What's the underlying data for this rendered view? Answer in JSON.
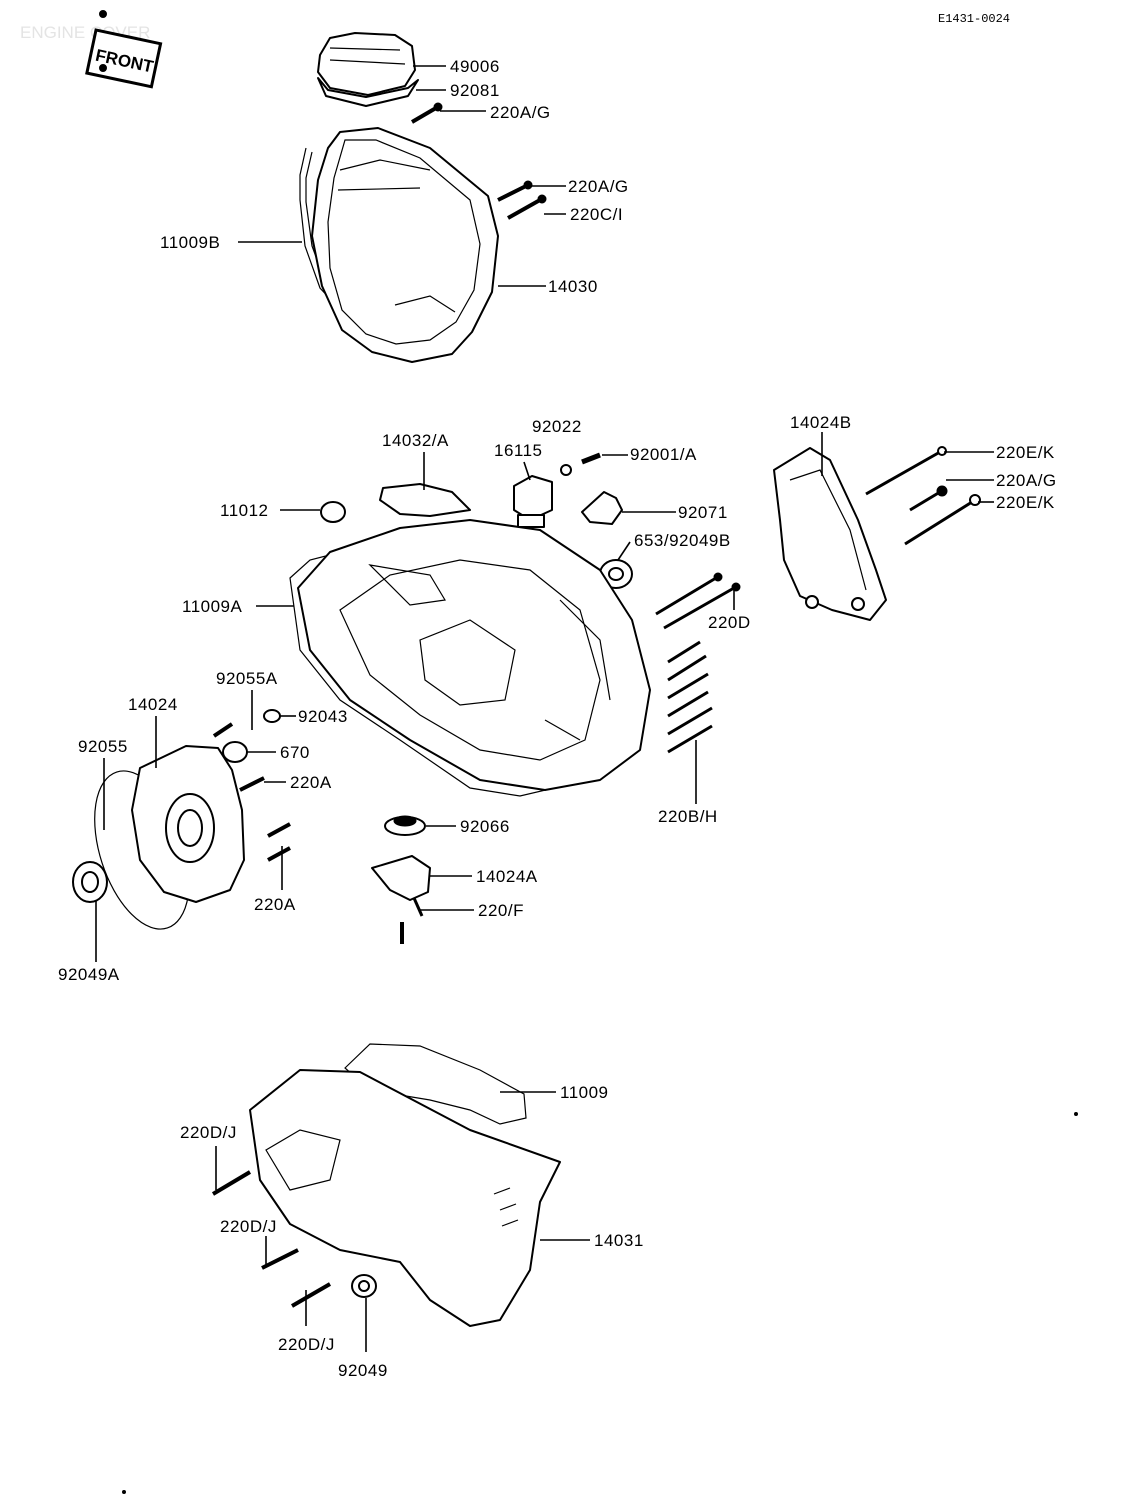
{
  "header": {
    "title": "ENGINE COVER",
    "ref_code": "E1431-0024",
    "front_tag": "FRONT"
  },
  "callouts": {
    "p49006": "49006",
    "p92081": "92081",
    "p220AG_1": "220A/G",
    "p220AG_2": "220A/G",
    "p220CI": "220C/I",
    "p11009B": "11009B",
    "p14030": "14030",
    "p14032A": "14032/A",
    "p92022": "92022",
    "p16115": "16115",
    "p92001A": "92001/A",
    "p14024B": "14024B",
    "p220EK_1": "220E/K",
    "p220AG_3": "220A/G",
    "p220EK_2": "220E/K",
    "p11012": "11012",
    "p92071": "92071",
    "p653_92049B": "653/92049B",
    "p11009A": "11009A",
    "p220D": "220D",
    "p92055A": "92055A",
    "p14024": "14024",
    "p92043": "92043",
    "p92055": "92055",
    "p670": "670",
    "p220A_1": "220A",
    "p220A_2": "220A",
    "p220BH": "220B/H",
    "p92066": "92066",
    "p14024A": "14024A",
    "p220F": "220/F",
    "p92049A": "92049A",
    "p11009": "11009",
    "p220DJ_1": "220D/J",
    "p220DJ_2": "220D/J",
    "p220DJ_3": "220D/J",
    "p14031": "14031",
    "p92049": "92049"
  }
}
